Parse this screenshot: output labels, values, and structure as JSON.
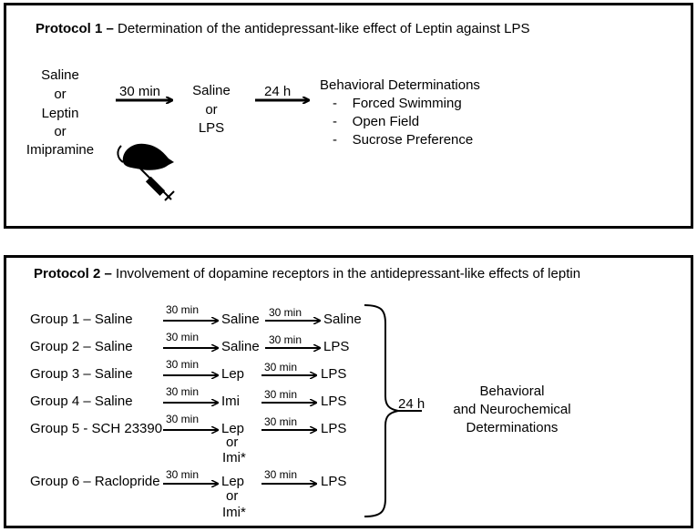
{
  "protocol1": {
    "title_bold": "Protocol 1 –",
    "title_rest": " Determination of the antidepressant-like effect of Leptin against LPS",
    "pretreatment": [
      "Saline",
      "or",
      "Leptin",
      "or",
      "Imipramine"
    ],
    "interval1": "30 min",
    "treatment": [
      "Saline",
      "or",
      "LPS"
    ],
    "interval2": "24 h",
    "outcome_title": "Behavioral Determinations",
    "outcomes": [
      "-    Forced Swimming",
      "-    Open Field",
      "-    Sucrose Preference"
    ],
    "icon": "mouse-injection-icon"
  },
  "protocol2": {
    "title_bold": "Protocol 2 –",
    "title_rest": " Involvement of dopamine receptors in the antidepressant-like effects of leptin",
    "groups": [
      {
        "label": "Group 1 – Saline",
        "t1": "30 min",
        "mid": "Saline",
        "t2": "30 min",
        "end": "Saline"
      },
      {
        "label": "Group 2 – Saline",
        "t1": "30 min",
        "mid": "Saline",
        "t2": "30 min",
        "end": "LPS"
      },
      {
        "label": "Group 3 – Saline",
        "t1": "30 min",
        "mid": "Lep",
        "t2": "30 min",
        "end": "LPS"
      },
      {
        "label": "Group 4 – Saline",
        "t1": "30 min",
        "mid": "Imi",
        "t2": "30 min",
        "end": "LPS"
      },
      {
        "label": "Group 5 -  SCH 23390",
        "t1": "30 min",
        "mid": "Lep",
        "mid_or": "or",
        "mid2": "Imi*",
        "t2": "30 min",
        "end": "LPS"
      },
      {
        "label": "Group 6 – Raclopride",
        "t1": "30 min",
        "mid": "Lep",
        "mid_or": "or",
        "mid2": "Imi*",
        "t2": "30 min",
        "end": "LPS"
      }
    ],
    "interval": "24 h",
    "outcome": [
      "Behavioral",
      "and Neurochemical",
      "Determinations"
    ]
  }
}
